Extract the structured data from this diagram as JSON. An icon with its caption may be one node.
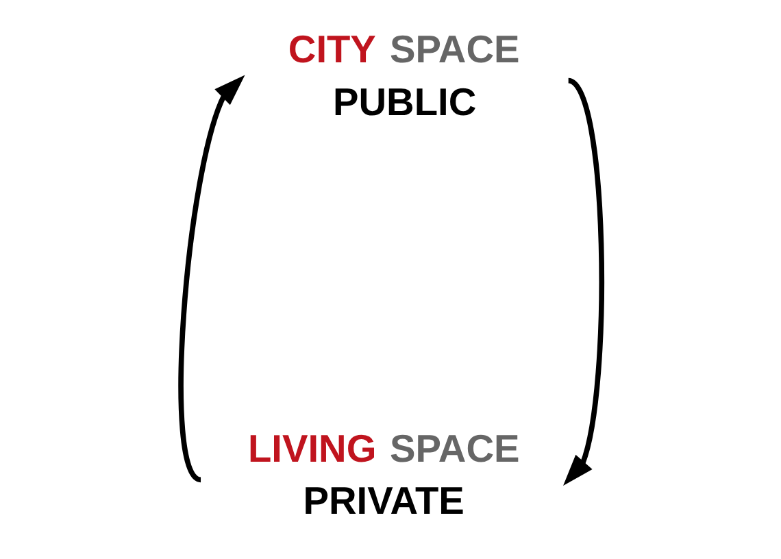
{
  "diagram": {
    "nodes": [
      {
        "text": [
          "CITY SPACE",
          "PUBLIC"
        ]
      },
      {
        "text": [
          "LIVING SPACE",
          "PRIVATE"
        ]
      }
    ],
    "edges": [
      {
        "from": 1,
        "to": 0,
        "arrow": "to"
      },
      {
        "from": 0,
        "to": 1,
        "arrow": "to"
      }
    ]
  }
}
